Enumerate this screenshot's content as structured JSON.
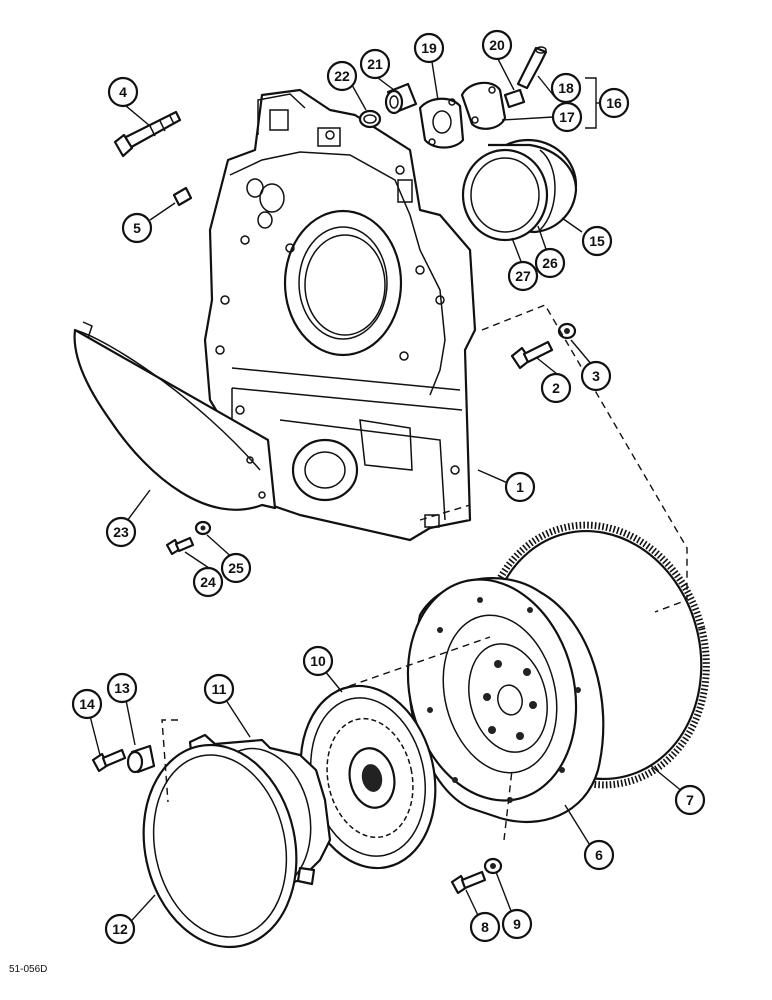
{
  "figure_id": "51-056D",
  "callouts": [
    {
      "n": "1",
      "part": "flywheel-housing"
    },
    {
      "n": "2",
      "part": "housing-bolt"
    },
    {
      "n": "3",
      "part": "housing-washer"
    },
    {
      "n": "4",
      "part": "long-bolt"
    },
    {
      "n": "5",
      "part": "dowel-pin"
    },
    {
      "n": "6",
      "part": "flywheel"
    },
    {
      "n": "7",
      "part": "ring-gear"
    },
    {
      "n": "8",
      "part": "flywheel-bolt"
    },
    {
      "n": "9",
      "part": "flywheel-washer"
    },
    {
      "n": "10",
      "part": "clutch-disc"
    },
    {
      "n": "11",
      "part": "pressure-plate"
    },
    {
      "n": "12",
      "part": "friction-ring"
    },
    {
      "n": "13",
      "part": "spacer"
    },
    {
      "n": "14",
      "part": "plate-bolt"
    },
    {
      "n": "15",
      "part": "rear-seal-carrier"
    },
    {
      "n": "16",
      "part": "cover-assembly-bracket"
    },
    {
      "n": "17",
      "part": "cover-plate"
    },
    {
      "n": "18",
      "part": "elbow-fitting"
    },
    {
      "n": "19",
      "part": "gasket"
    },
    {
      "n": "20",
      "part": "connector-fitting"
    },
    {
      "n": "21",
      "part": "plug"
    },
    {
      "n": "22",
      "part": "o-ring"
    },
    {
      "n": "23",
      "part": "dust-shield"
    },
    {
      "n": "24",
      "part": "shield-bolt"
    },
    {
      "n": "25",
      "part": "shield-washer"
    },
    {
      "n": "26",
      "part": "seal-ring"
    },
    {
      "n": "27",
      "part": "seal"
    }
  ]
}
